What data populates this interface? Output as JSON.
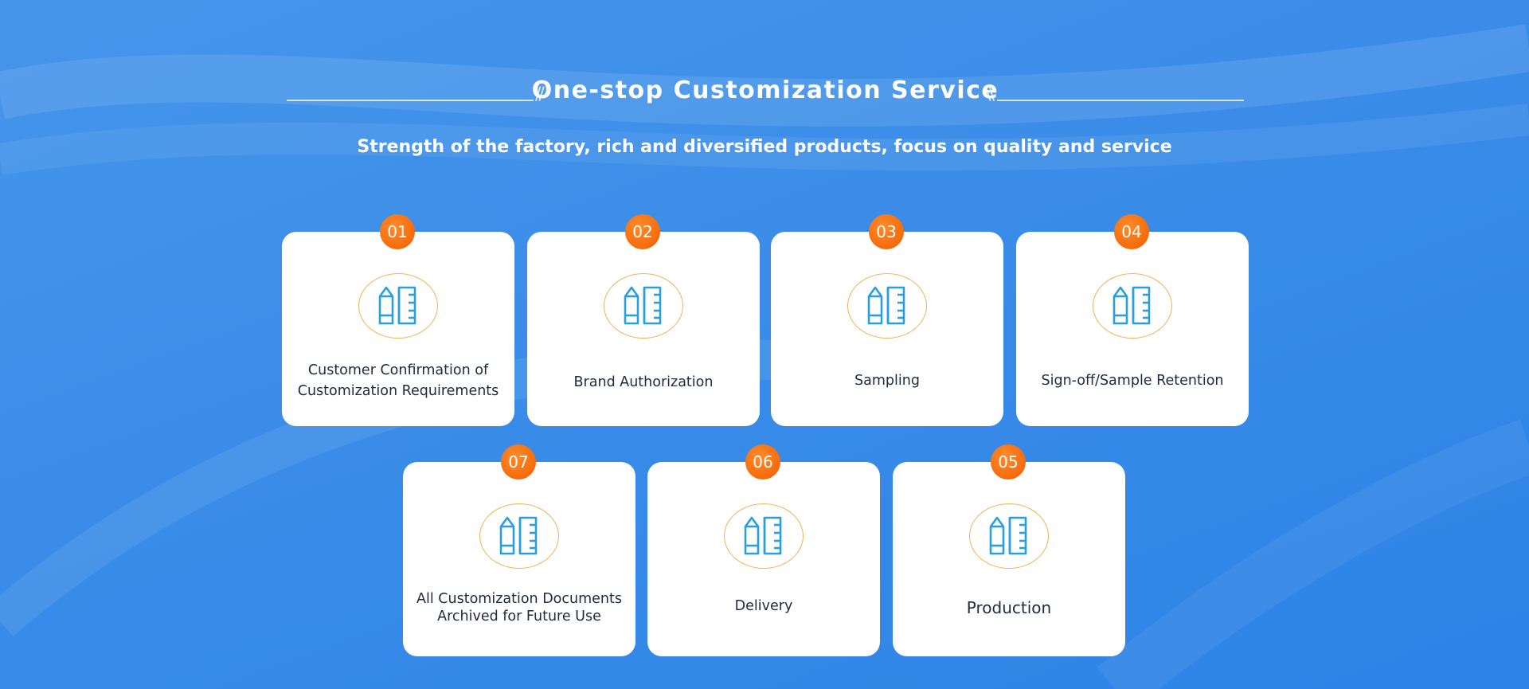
{
  "header": {
    "title": "One-stop Customization Service",
    "subtitle": "Strength of the factory, rich and diversified products, focus on quality and service"
  },
  "colors": {
    "background": "#3a8ce8",
    "badge": "#f56b0c",
    "icon_stroke": "#2a9fe0",
    "icon_ring": "#f2b25a",
    "card": "#ffffff",
    "text": "#1e2b3c"
  },
  "icon": "pencil-ruler-icon",
  "steps": [
    {
      "number": "01",
      "label": "Customer Confirmation of Customization Requirements"
    },
    {
      "number": "02",
      "label": "Brand Authorization"
    },
    {
      "number": "03",
      "label": "Sampling"
    },
    {
      "number": "04",
      "label": "Sign-off/Sample Retention"
    },
    {
      "number": "07",
      "label": "All Customization Documents Archived for Future Use"
    },
    {
      "number": "06",
      "label": "Delivery"
    },
    {
      "number": "05",
      "label": "Production"
    }
  ]
}
